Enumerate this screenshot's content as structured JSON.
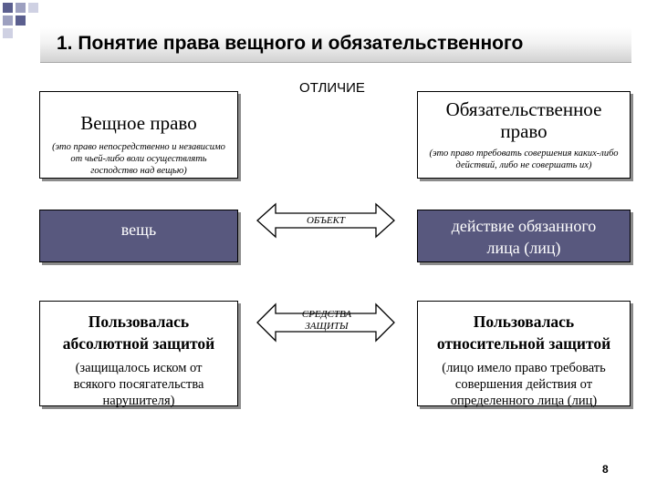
{
  "slide": {
    "title": "1. Понятие права вещного и обязательственного",
    "difference_label": "ОТЛИЧИЕ",
    "page_number": "8"
  },
  "left": {
    "heading": "Вещное право",
    "note": "(это право непосредственно и независимо от чьей-либо воли осуществлять господство над вещью)",
    "object": "вещь",
    "protection_title": "Пользовалась абсолютной защитой",
    "protection_note": "(защищалось иском от всякого посягательства нарушителя)"
  },
  "right": {
    "heading": "Обязательственное право",
    "note": "(это право требовать совершения каких-либо действий, либо не совершать их)",
    "object": "действие обязанного лица (лиц)",
    "protection_title": "Пользовалась относительной защитой",
    "protection_note": "(лицо имело право требовать совершения действия от определенного лица (лиц)"
  },
  "center": {
    "object_label": "ОБЪЕКТ",
    "protection_label": "СРЕДСТВА ЗАЩИТЫ"
  },
  "colors": {
    "dark_box": "#58587e",
    "corner_blue": "#5b5f8f"
  }
}
